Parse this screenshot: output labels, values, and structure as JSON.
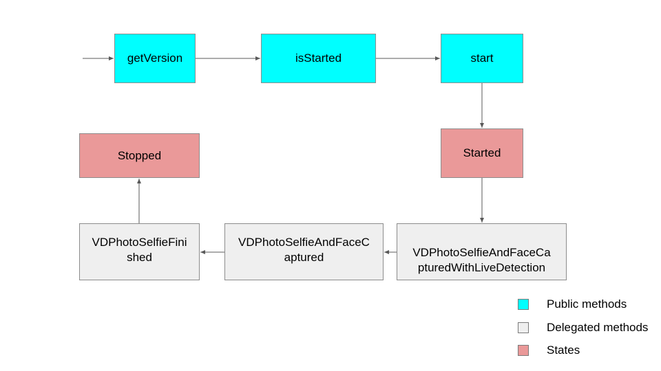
{
  "nodes": {
    "getVersion": "getVersion",
    "isStarted": "isStarted",
    "start": "start",
    "started": "Started",
    "stopped": "Stopped",
    "liveDetection": "VDPhotoSelfieAndFaceCa\npturedWithLiveDetection",
    "captured": "VDPhotoSelfieAndFaceC\naptured",
    "finished": "VDPhotoSelfieFini\nshed"
  },
  "legend": [
    {
      "label": "Public methods",
      "color": "#00ffff"
    },
    {
      "label": "Delegated methods",
      "color": "#efefef"
    },
    {
      "label": "States",
      "color": "#ea9999"
    }
  ],
  "colors": {
    "public": "#00ffff",
    "delegated": "#efefef",
    "state": "#ea9999",
    "arrow": "#595959"
  }
}
